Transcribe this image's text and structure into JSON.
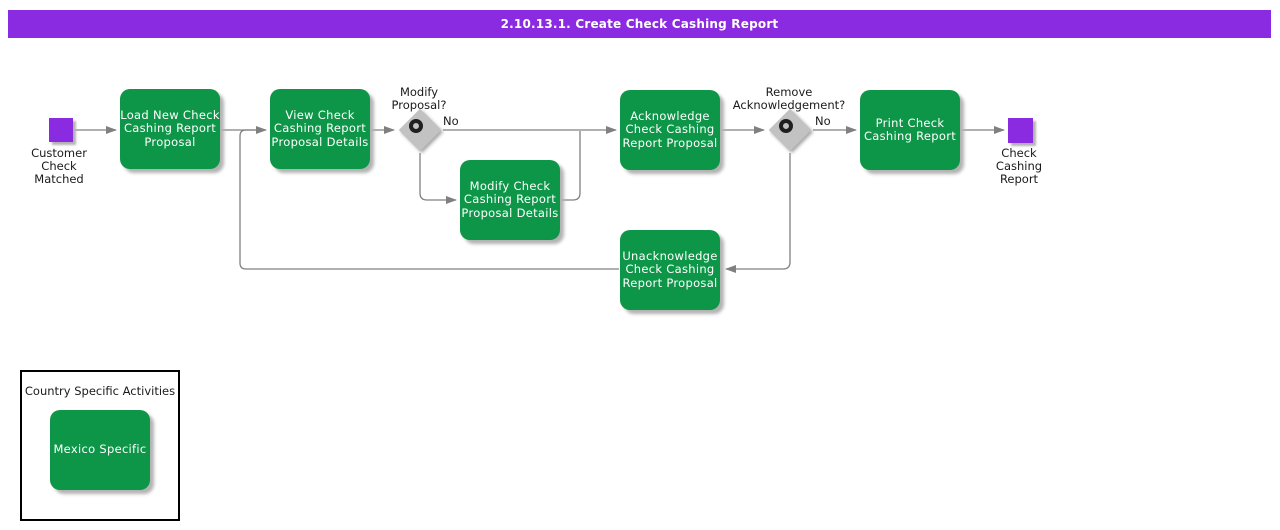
{
  "header": {
    "title": "2.10.13.1. Create Check Cashing Report"
  },
  "nodes": {
    "start": {
      "label": "Customer\nCheck\nMatched"
    },
    "load": {
      "label": "Load New Check\nCashing Report\nProposal"
    },
    "view": {
      "label": "View Check\nCashing Report\nProposal Details"
    },
    "modify": {
      "label": "Modify Check\nCashing Report\nProposal Details"
    },
    "acknowledge": {
      "label": "Acknowledge\nCheck Cashing\nReport Proposal"
    },
    "print": {
      "label": "Print Check\nCashing Report"
    },
    "unacknowledge": {
      "label": "Unacknowledge\nCheck Cashing\nReport Proposal"
    },
    "end": {
      "label": "Check\nCashing\nReport"
    }
  },
  "decisions": [
    {
      "question": "Modify\nProposal?",
      "branch_label": "No"
    },
    {
      "question": "Remove\nAcknowledgement?",
      "branch_label": "No"
    }
  ],
  "legend": {
    "title": "Country Specific Activities",
    "items": [
      {
        "label": "Mexico Specific"
      }
    ]
  },
  "colors": {
    "accent_purple": "#8A2BE2",
    "activity_green": "#0E9648",
    "connector_gray": "#808080",
    "gateway_gray": "#c2c2c2"
  }
}
